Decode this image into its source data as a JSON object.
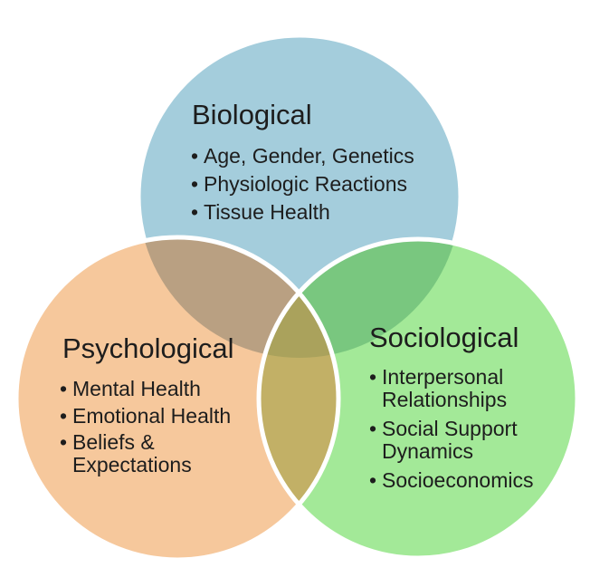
{
  "background_color": "#ffffff",
  "text_color": "#1d1d1d",
  "outline_color": "#ffffff",
  "diagram": {
    "type": "venn-3-circle",
    "circles": [
      {
        "label": "Biological",
        "color": "#a4cddc",
        "items": [
          "Age, Gender, Genetics",
          "Physiologic Reactions",
          "Tissue Health"
        ]
      },
      {
        "label": "Psychological",
        "color": "#f6c89c",
        "items": [
          "Mental Health",
          "Emotional Health",
          "Beliefs & Expectations"
        ]
      },
      {
        "label": "Sociological",
        "color": "#a3e998",
        "items": [
          "Interpersonal Relationships",
          "Social Support Dynamics",
          "Socioeconomics"
        ]
      }
    ],
    "overlaps": {
      "biological_psychological": "#b9a082",
      "biological_sociological": "#79c77f",
      "psychological_sociological": "#c2b066",
      "center": "#aaa25c"
    }
  }
}
